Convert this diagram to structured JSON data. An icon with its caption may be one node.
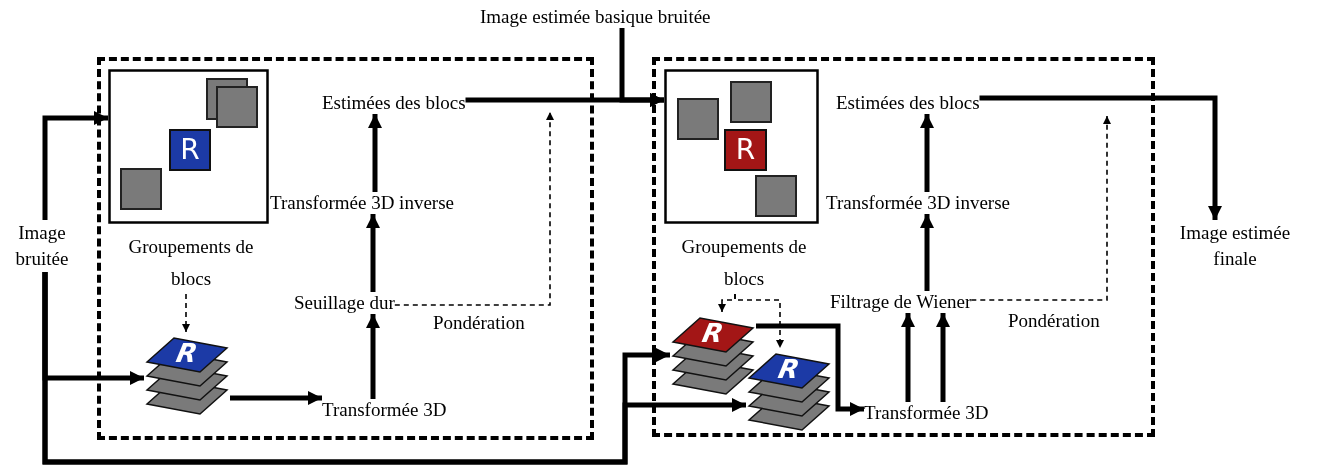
{
  "diagram": {
    "nodes": [
      {
        "text": [],
        "shape": "box"
      },
      {
        "text": [
          "Groupements de blocs"
        ],
        "in": 0
      },
      {
        "text": [
          "R"
        ],
        "in": 1
      },
      {
        "text": [
          "R"
        ],
        "in": 0
      },
      {
        "text": [
          "Transformée 3D"
        ],
        "in": 0
      },
      {
        "text": [
          "Seuillage dur"
        ],
        "in": 0
      },
      {
        "text": [
          "Transformée 3D inverse"
        ],
        "in": 0
      },
      {
        "text": [
          "Estimées des blocs"
        ],
        "in": 0
      },
      {
        "text": [
          "Image bruitée"
        ]
      },
      {
        "text": [
          "Image estimée basique bruitée"
        ]
      },
      {
        "text": [],
        "shape": "box"
      },
      {
        "text": [
          "Groupements de blocs"
        ],
        "in": 10
      },
      {
        "text": [
          "R"
        ],
        "in": 11
      },
      {
        "text": [
          "R"
        ],
        "in": 10
      },
      {
        "text": [
          "R"
        ],
        "in": 10
      },
      {
        "text": [
          "Transformée 3D"
        ],
        "in": 10
      },
      {
        "text": [
          "Filtrage de Wiener"
        ],
        "in": 10
      },
      {
        "text": [
          "Transformée 3D inverse"
        ],
        "in": 10
      },
      {
        "text": [
          "Estimées des blocs"
        ],
        "in": 10
      },
      {
        "text": [
          "Image estimée finale"
        ]
      }
    ],
    "edges": [
      {
        "from": 8,
        "to": 1,
        "arrow": "to"
      },
      {
        "from": 8,
        "to": 3,
        "arrow": "to"
      },
      {
        "from": 8,
        "to": 13,
        "arrow": "to"
      },
      {
        "from": 8,
        "to": 14,
        "arrow": "to"
      },
      {
        "from": 1,
        "to": 3,
        "arrow": "to",
        "style": "dashed"
      },
      {
        "from": 3,
        "to": 4,
        "arrow": "to"
      },
      {
        "from": 4,
        "to": 5,
        "arrow": "to"
      },
      {
        "from": 5,
        "to": 6,
        "arrow": "to"
      },
      {
        "from": 6,
        "to": 7,
        "arrow": "to"
      },
      {
        "from": 5,
        "to": null,
        "arrow": "to",
        "style": "dashed",
        "label": "Pondération"
      },
      {
        "from": 7,
        "to": 11,
        "arrow": "to"
      },
      {
        "from": 9,
        "to": 11,
        "arrow": "to"
      },
      {
        "from": 11,
        "to": 13,
        "arrow": "to",
        "style": "dashed"
      },
      {
        "from": 11,
        "to": 14,
        "arrow": "to",
        "style": "dashed"
      },
      {
        "from": 13,
        "to": 15,
        "arrow": "to"
      },
      {
        "from": 15,
        "to": 16,
        "arrow": "to"
      },
      {
        "from": 15,
        "to": 16,
        "arrow": "to"
      },
      {
        "from": 16,
        "to": 17,
        "arrow": "to"
      },
      {
        "from": 17,
        "to": 18,
        "arrow": "to"
      },
      {
        "from": 16,
        "to": null,
        "arrow": "to",
        "style": "dashed",
        "label": "Pondération"
      },
      {
        "from": 18,
        "to": 19,
        "arrow": "to"
      }
    ]
  }
}
